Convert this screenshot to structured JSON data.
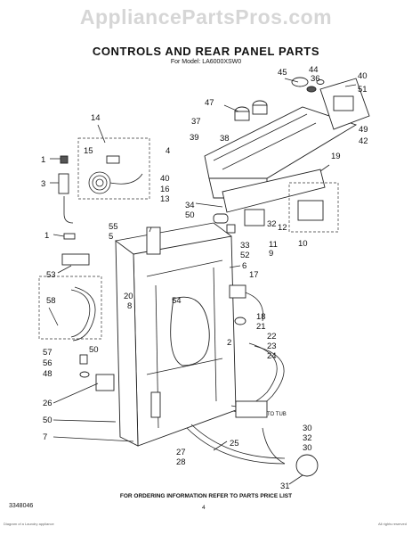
{
  "watermark": "AppliancePartsPros.com",
  "title": "CONTROLS AND REAR PANEL PARTS",
  "subtitle": "For Model: LA6000XSW0",
  "footnote": "FOR ORDERING INFORMATION REFER TO PARTS PRICE LIST",
  "doc_number": "3348046",
  "page_number": "4",
  "hose_note": "TO TUB",
  "callouts": [
    "1",
    "3",
    "14",
    "15",
    "4",
    "40",
    "16",
    "13",
    "39",
    "37",
    "38",
    "47",
    "45",
    "44",
    "36",
    "40",
    "51",
    "42",
    "49",
    "19",
    "34",
    "50",
    "12",
    "32",
    "33",
    "52",
    "11",
    "10",
    "9",
    "55",
    "5",
    "53",
    "1",
    "20",
    "8",
    "6",
    "17",
    "58",
    "54",
    "18",
    "21",
    "2",
    "22",
    "23",
    "24",
    "50",
    "57",
    "56",
    "48",
    "26",
    "50",
    "7",
    "30",
    "32",
    "30",
    "27",
    "28",
    "25",
    "31"
  ],
  "fine_left": "Diagram of a Laundry appliance",
  "fine_right": "All rights reserved"
}
